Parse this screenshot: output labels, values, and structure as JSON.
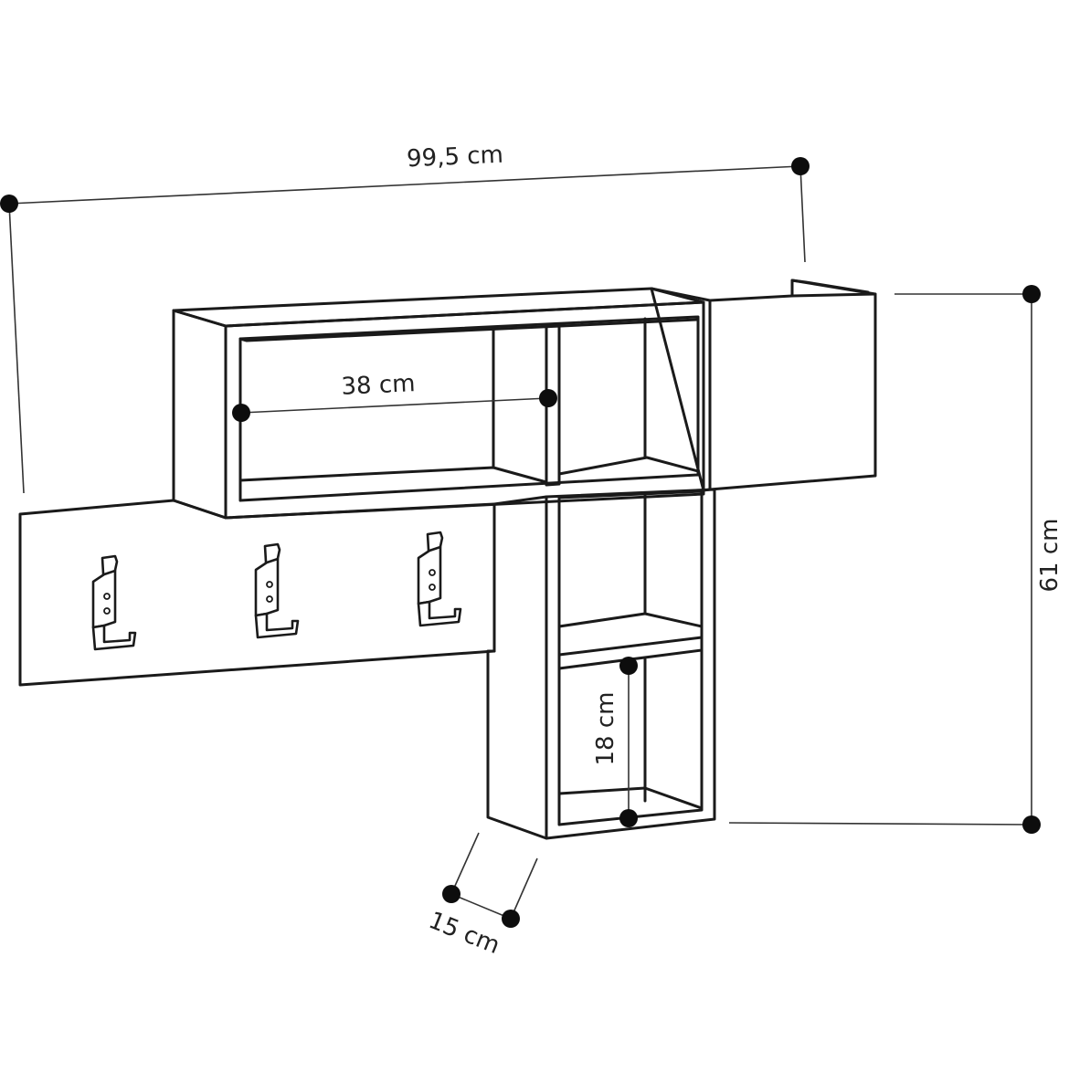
{
  "dimensions": {
    "width_total": "99,5 cm",
    "height_total": "61 cm",
    "compartment_width": "38 cm",
    "compartment_height": "18 cm",
    "depth": "15 cm"
  },
  "colors": {
    "line": "#1a1a1a",
    "background": "#ffffff"
  },
  "parts": {
    "hooks_count": 3
  }
}
